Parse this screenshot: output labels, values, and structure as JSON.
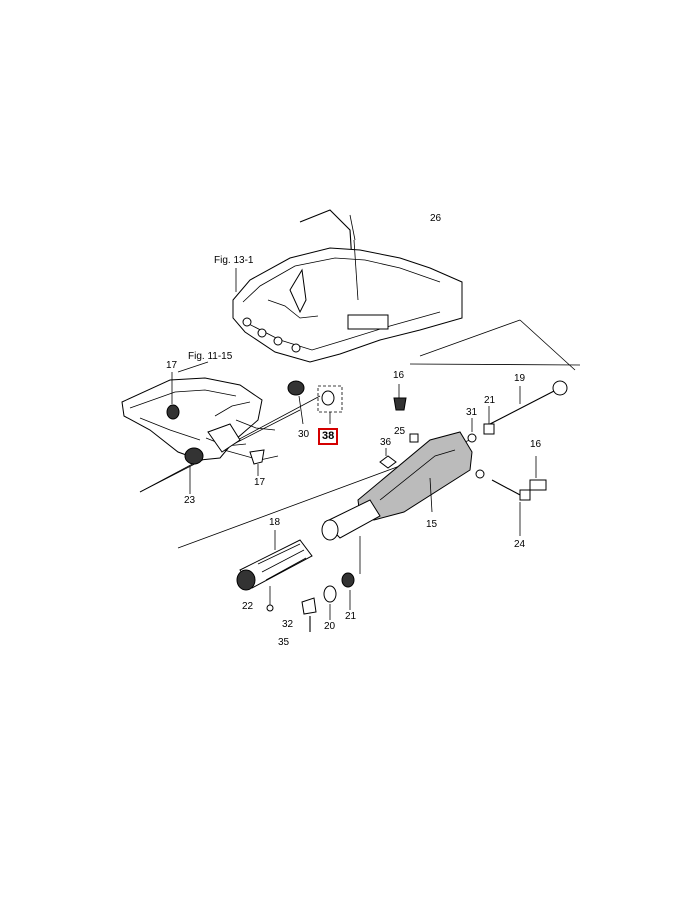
{
  "figure_refs": {
    "fig_13_1": "Fig. 13-1",
    "fig_11_15": "Fig. 11-15"
  },
  "callouts": {
    "c26": "26",
    "c17a": "17",
    "c30": "30",
    "c38": "38",
    "c17b": "17",
    "c23": "23",
    "c16a": "16",
    "c19": "19",
    "c21a": "21",
    "c31": "31",
    "c25": "25",
    "c36": "36",
    "c16b": "16",
    "c15": "15",
    "c24": "24",
    "c18": "18",
    "c22": "22",
    "c32": "32",
    "c35": "35",
    "c20": "20",
    "c21b": "21"
  },
  "highlight_color": "#d40000"
}
